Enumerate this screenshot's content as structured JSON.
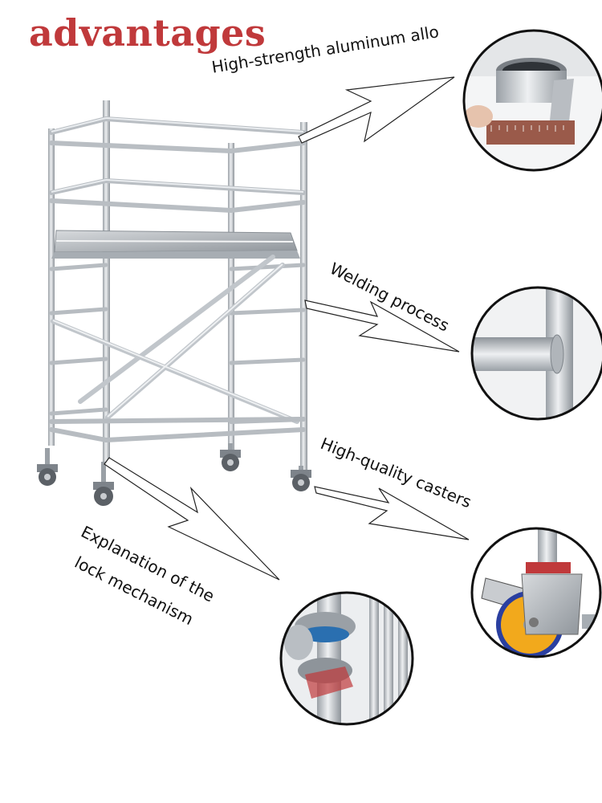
{
  "title": "advantages",
  "callouts": {
    "alloy": "High-strength aluminum allo",
    "welding": "Welding process",
    "casters": "High-quality casters",
    "lock_line1": "Explanation of the",
    "lock_line2": "lock mechanism"
  },
  "colors": {
    "title": "#c0393b",
    "frame": "#c9ccd0",
    "caster_wheel": "#f2a91c",
    "caster_rim": "#2a3fa0"
  }
}
